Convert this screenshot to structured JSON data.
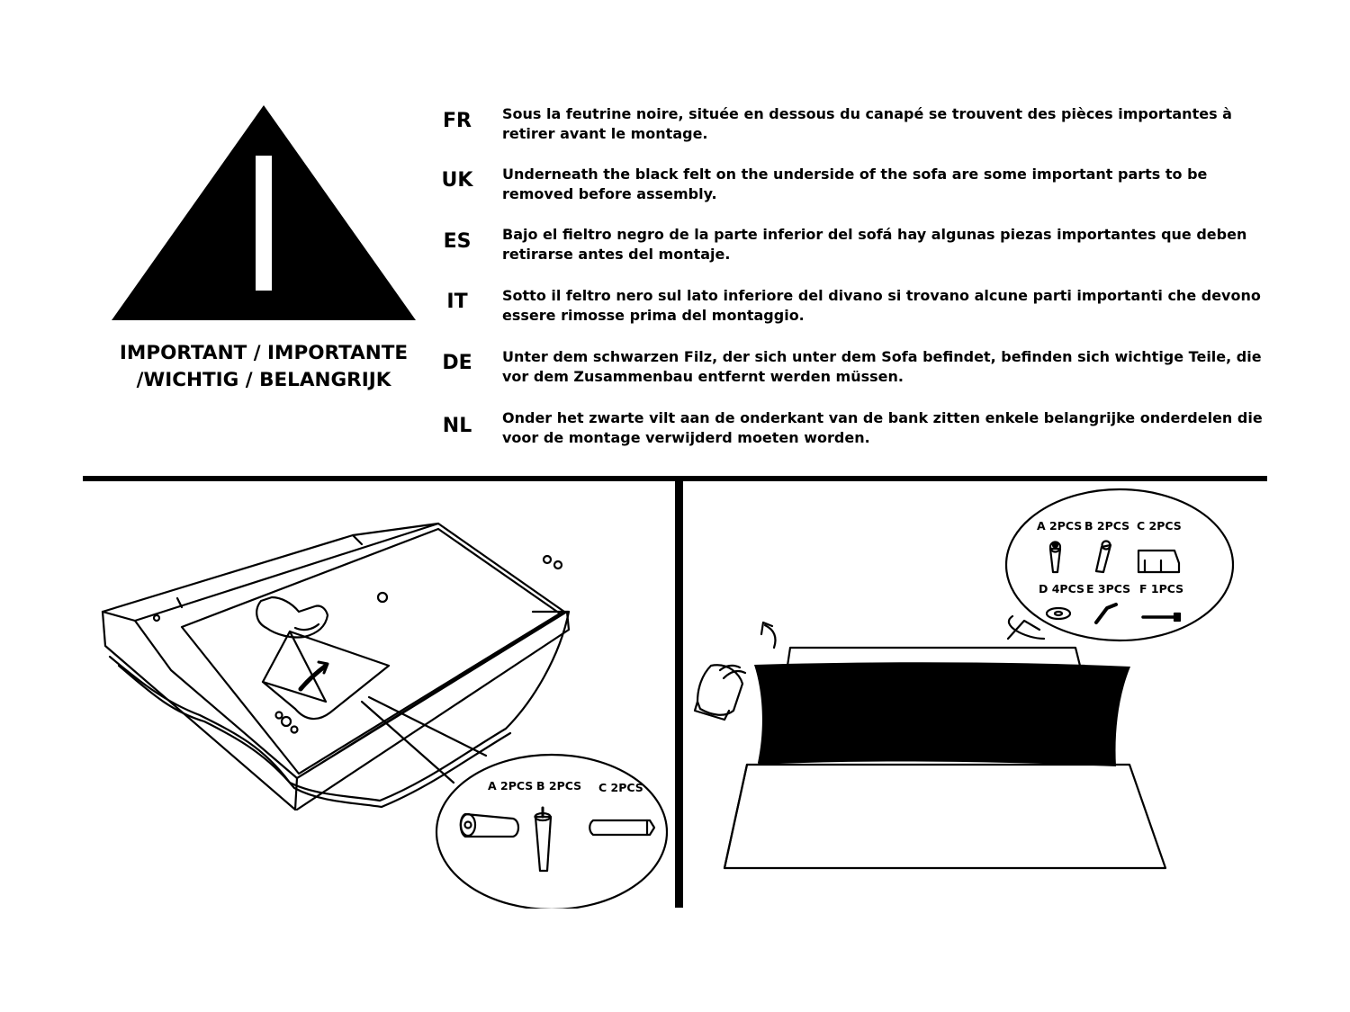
{
  "warning": {
    "icon": "warning-triangle-icon",
    "label_line1": "IMPORTANT / IMPORTANTE",
    "label_line2": "/WICHTIG / BELANGRIJK"
  },
  "languages": [
    {
      "code": "FR",
      "text": "Sous la feutrine noire, située en dessous du canapé se trouvent des pièces importantes à retirer avant le montage."
    },
    {
      "code": "UK",
      "text": "Underneath the black felt on the underside of the sofa are some important parts to be removed before assembly."
    },
    {
      "code": "ES",
      "text": "Bajo el fieltro negro de la parte inferior del sofá hay algunas piezas importantes que deben retirarse antes del montaje."
    },
    {
      "code": "IT",
      "text": "Sotto il feltro nero sul lato inferiore del divano si trovano alcune parti importanti che devono essere rimosse prima del montaggio."
    },
    {
      "code": "DE",
      "text": "Unter dem schwarzen Filz, der sich unter dem Sofa befindet, befinden sich wichtige Teile, die vor dem Zusammenbau entfernt werden müssen."
    },
    {
      "code": "NL",
      "text": "Onder het zwarte vilt aan de onderkant van de bank zitten enkele belangrijke onderdelen die voor de montage verwijderd moeten worden."
    }
  ],
  "left_illustration": {
    "parts": [
      {
        "label": "A 2PCS"
      },
      {
        "label": "B 2PCS"
      },
      {
        "label": "C 2PCS"
      }
    ]
  },
  "right_illustration": {
    "parts": [
      {
        "label": "A 2PCS"
      },
      {
        "label": "B 2PCS"
      },
      {
        "label": "C 2PCS"
      },
      {
        "label": "D 4PCS"
      },
      {
        "label": "E 3PCS"
      },
      {
        "label": "F 1PCS"
      }
    ]
  }
}
